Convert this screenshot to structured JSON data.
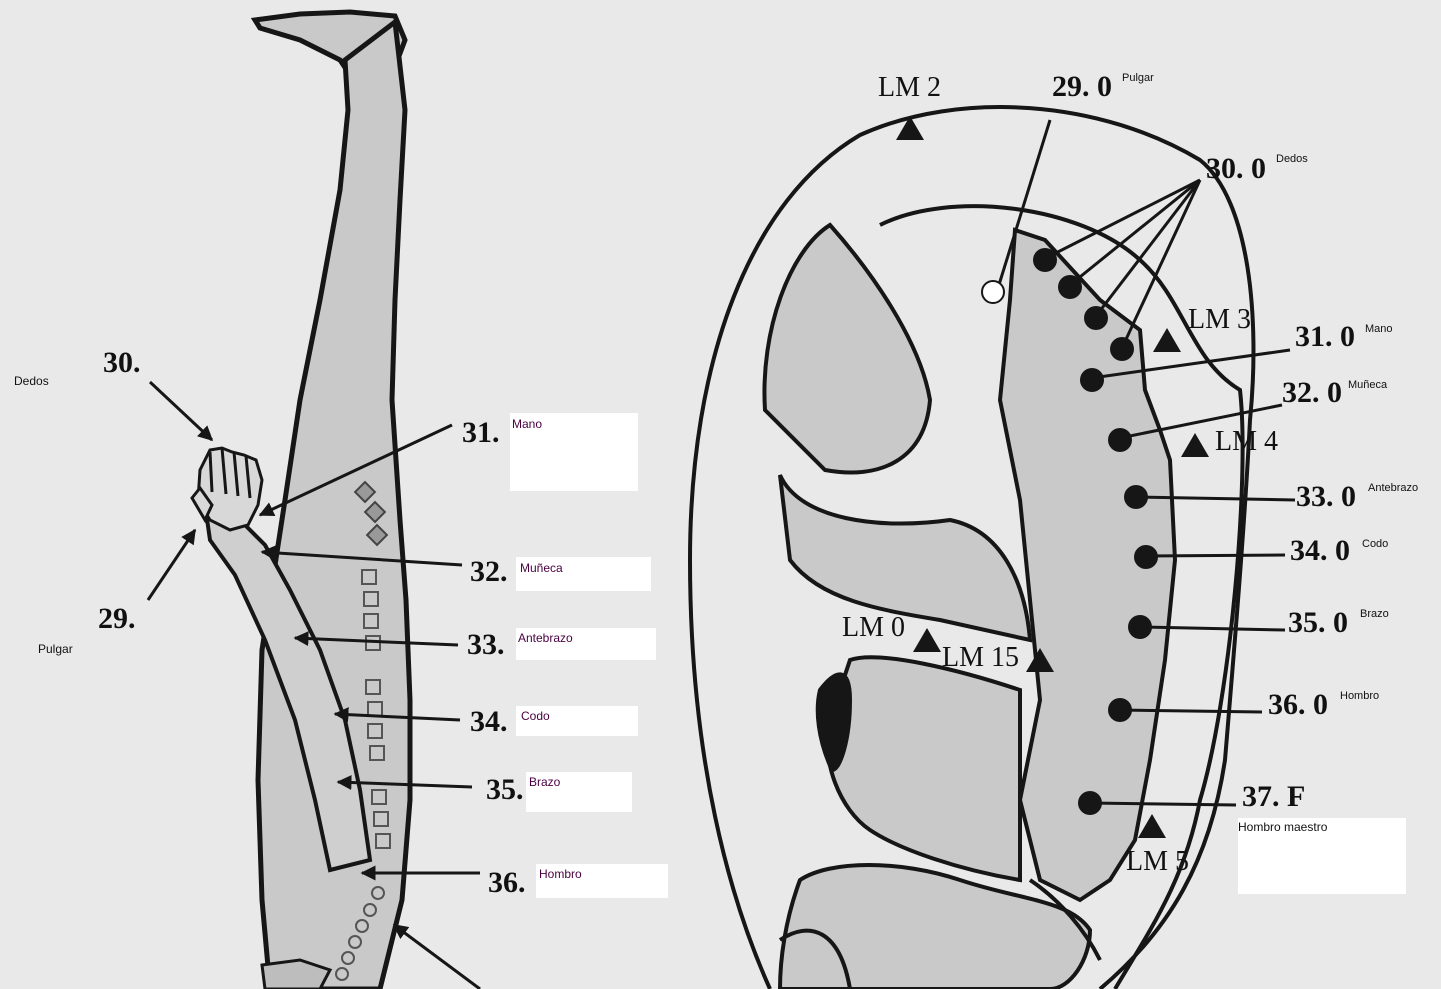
{
  "colors": {
    "background": "#e9e9e9",
    "shape_fill": "#c9c9c9",
    "outline": "#161616",
    "label_box": "#ffffff"
  },
  "icons": [
    "arrow-icon",
    "dot-marker-icon",
    "open-circle-marker-icon",
    "triangle-landmark-icon",
    "diamond-marker-icon"
  ],
  "left_figure": {
    "labels": [
      {
        "num": "29.",
        "term": "Pulgar"
      },
      {
        "num": "30.",
        "term": "Dedos"
      },
      {
        "num": "31.",
        "term": "Mano"
      },
      {
        "num": "32.",
        "term": "Muñeca"
      },
      {
        "num": "33.",
        "term": "Antebrazo"
      },
      {
        "num": "34.",
        "term": "Codo"
      },
      {
        "num": "35.",
        "term": "Brazo"
      },
      {
        "num": "36.",
        "term": "Hombro"
      }
    ]
  },
  "ear_figure": {
    "landmarks": [
      "LM 2",
      "LM 3",
      "LM 4",
      "LM 0",
      "LM 15",
      "LM 5"
    ],
    "points": [
      {
        "num": "29. 0",
        "term": "Pulgar"
      },
      {
        "num": "30. 0",
        "term": "Dedos"
      },
      {
        "num": "31. 0",
        "term": "Mano"
      },
      {
        "num": "32. 0",
        "term": "Muñeca"
      },
      {
        "num": "33. 0",
        "term": "Antebrazo"
      },
      {
        "num": "34. 0",
        "term": "Codo"
      },
      {
        "num": "35. 0",
        "term": "Brazo"
      },
      {
        "num": "36. 0",
        "term": "Hombro"
      },
      {
        "num": "37. F",
        "term": "Hombro maestro"
      }
    ]
  }
}
